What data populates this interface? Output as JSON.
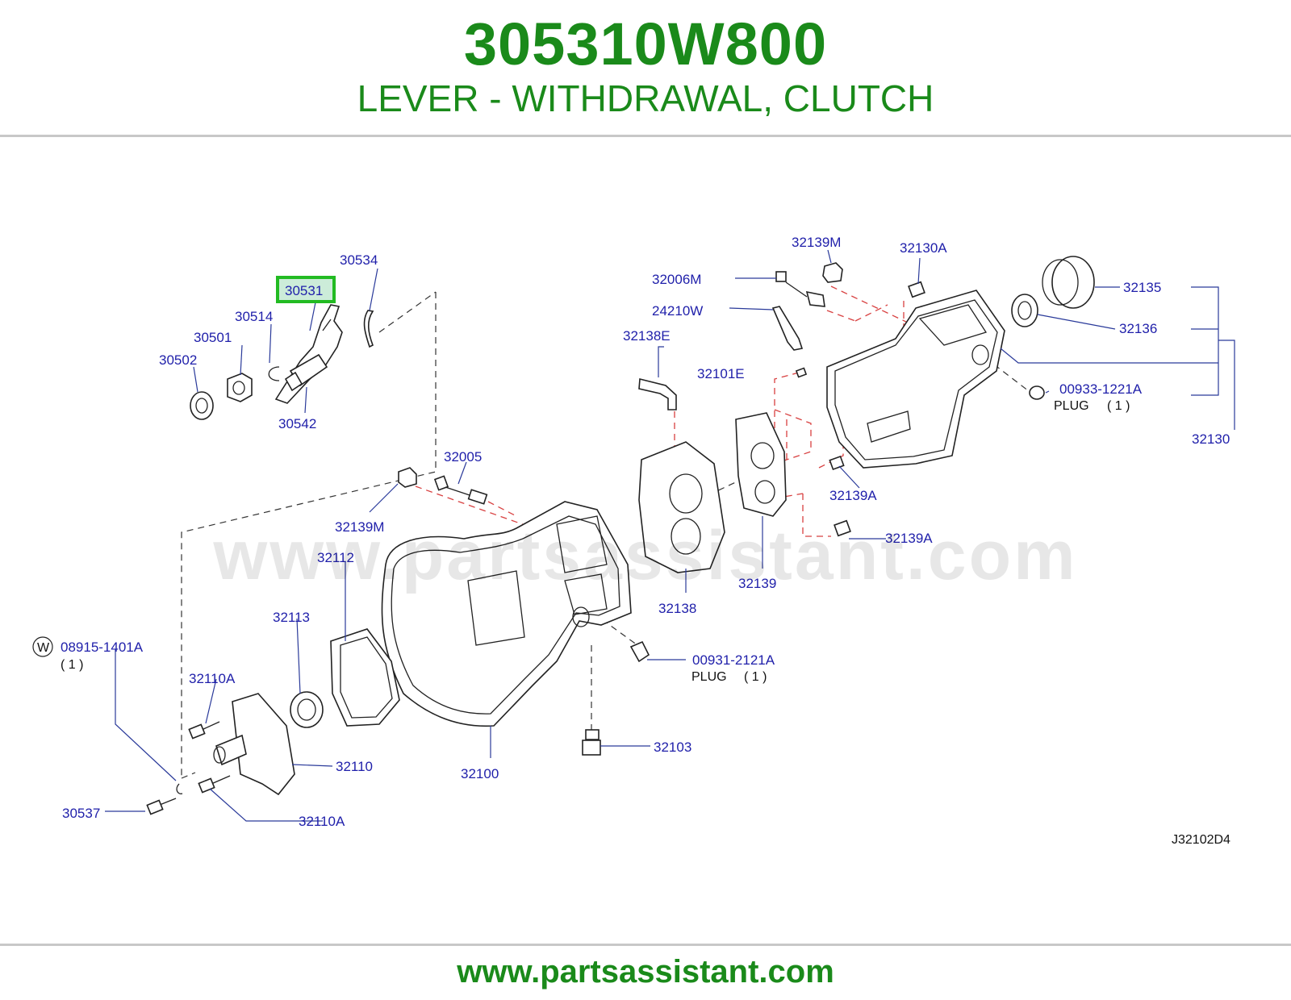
{
  "header": {
    "part_number": "305310W800",
    "part_name": "LEVER - WITHDRAWAL, CLUTCH"
  },
  "diagram": {
    "watermark": "www.partsassistant.com",
    "code": "J32102D4",
    "highlight_color": "#22bb22",
    "label_color": "#1f1faa",
    "labels": {
      "p30534": "30534",
      "p30531": "30531",
      "p30514": "30514",
      "p30501": "30501",
      "p30502": "30502",
      "p30542": "30542",
      "p32005": "32005",
      "p32139M_lower": "32139M",
      "p32112": "32112",
      "p32113": "32113",
      "p08915": "08915-1401A",
      "p08915_qty": "( 1 )",
      "washer_symbol": "W",
      "p32110A_upper": "32110A",
      "p32110": "32110",
      "p32110A_lower": "32110A",
      "p30537": "30537",
      "p32100": "32100",
      "p00931": "00931-2121A",
      "p00931_plug": "PLUG",
      "p00931_qty": "( 1 )",
      "p32103": "32103",
      "p32138": "32138",
      "p32139": "32139",
      "p32139A_upper": "32139A",
      "p32139A_lower": "32139A",
      "p32101E": "32101E",
      "p32138E": "32138E",
      "p24210W": "24210W",
      "p32006M": "32006M",
      "p32139M_upper": "32139M",
      "p32130A": "32130A",
      "p32135": "32135",
      "p32136": "32136",
      "p00933": "00933-1221A",
      "p00933_plug": "PLUG",
      "p00933_qty": "( 1 )",
      "p32130": "32130"
    }
  },
  "footer": {
    "url": "www.partsassistant.com"
  }
}
